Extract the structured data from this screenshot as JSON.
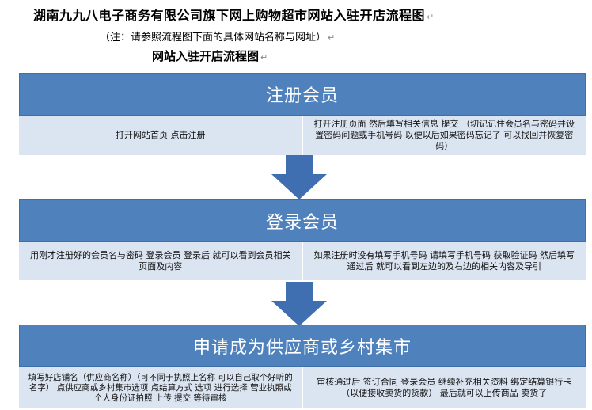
{
  "document": {
    "title": "湖南九九八电子商务有限公司旗下网上购物超市网站入驻开店流程图",
    "note": "（注：请参照流程图下面的具体网站名称与网址）",
    "subtitle": "网站入驻开店流程图",
    "paragraph_mark": "↵"
  },
  "steps": [
    {
      "title": "注册会员",
      "left": "打开网站首页 点击注册",
      "right": "打开注册页面 然后填写相关信息  提交  （切记记住会员名与密码并设置密码问题或手机号码  以便以后如果密码忘记了  可以找回并恢复密码）"
    },
    {
      "title": "登录会员",
      "left": "用刚才注册好的会员名与密码   登录会员  登录后  就可以看到会员相关页面及内容",
      "right": "如果注册时没有填写手机号码  请填写手机号码    获取验证码  然后填写通过后  就可以看到左边的及右边的相关内容及导引"
    },
    {
      "title": "申请成为供应商或乡村集市",
      "left": "填写好店铺名（供应商名称）（可不同于执照上名称  可以自己取个好听的名字）  点供应商或乡村集市选项  点结算方式  选项  进行选择  营业执照或个人身份证拍照  上传   提交   等待审核",
      "right": "审核通过后    签订合同   登录会员   继续补充相关资料  绑定结算银行卡（以便接收卖货的货款）  最后就可以上传商品   卖货了"
    }
  ],
  "colors": {
    "header_fill": "#4f81bd",
    "body_fill": "#dbe4f1",
    "arrow_fill": "#3f6fb0"
  }
}
